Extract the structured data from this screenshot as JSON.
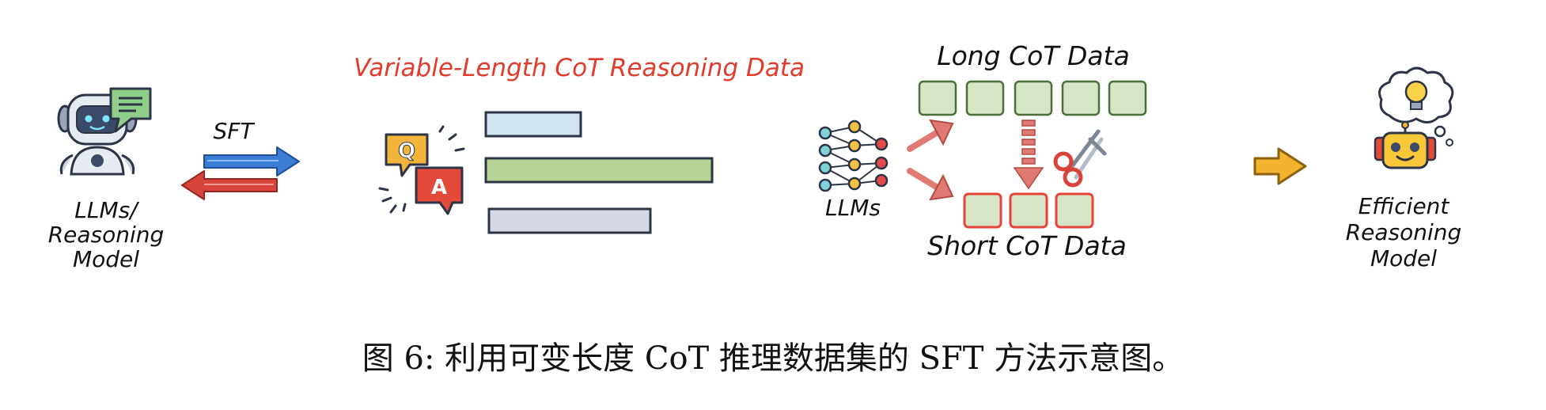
{
  "caption": "图 6: 利用可变长度 CoT 推理数据集的 SFT 方法示意图。",
  "model_label": [
    "LLMs/",
    "Reasoning",
    "Model"
  ],
  "sft_label": "SFT",
  "data_title": "Variable-Length CoT Reasoning Data",
  "qa_letters": {
    "q": "Q",
    "a": "A"
  },
  "llms_label": "LLMs",
  "long_cot_label": "Long CoT Data",
  "short_cot_label": "Short CoT Data",
  "efficient_label": [
    "Efficient",
    "Reasoning",
    "Model"
  ],
  "colors": {
    "title_red": "#e23b2c",
    "bar_blue": "#cfe4ee",
    "bar_green": "#b5d496",
    "bar_gray": "#d5d8e4",
    "box_green": "#d6e5c6",
    "short_box_border": "#e8433a",
    "arrow_blue": "#3a7fd5",
    "arrow_red": "#d8433a",
    "arrow_gold": "#f3b32e"
  },
  "icons": [
    "robot-icon",
    "chat-bubble-icon",
    "qa-bubbles-icon",
    "neural-network-icon",
    "scissors-icon",
    "lightbulb-thought-icon",
    "robot-face-icon"
  ]
}
